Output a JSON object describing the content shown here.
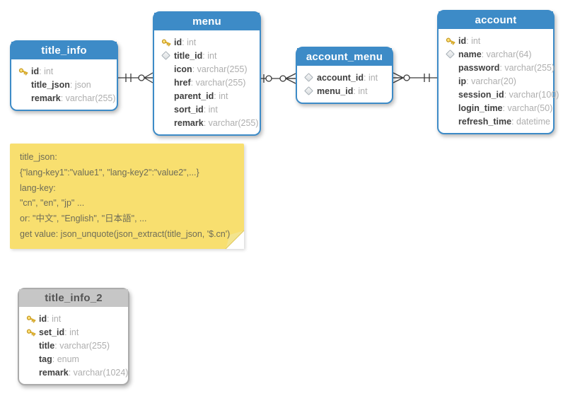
{
  "diagram": {
    "tool": "database-er-diagram",
    "colors": {
      "table_header_blue": "#3d8bc7",
      "table_header_gray": "#c6c6c6",
      "note_yellow": "#f8df6f",
      "field_name": "#3f3f3f",
      "field_type": "#aeaeae",
      "relation_line": "#3a3a3a"
    },
    "tables": [
      {
        "name": "title_info",
        "theme": "blue",
        "fields": [
          {
            "key": "primary",
            "name": "id",
            "type": "int"
          },
          {
            "key": "none",
            "name": "title_json",
            "type": "json"
          },
          {
            "key": "none",
            "name": "remark",
            "type": "varchar(255)"
          }
        ]
      },
      {
        "name": "menu",
        "theme": "blue",
        "fields": [
          {
            "key": "primary",
            "name": "id",
            "type": "int"
          },
          {
            "key": "foreign",
            "name": "title_id",
            "type": "int"
          },
          {
            "key": "none",
            "name": "icon",
            "type": "varchar(255)"
          },
          {
            "key": "none",
            "name": "href",
            "type": "varchar(255)"
          },
          {
            "key": "none",
            "name": "parent_id",
            "type": "int"
          },
          {
            "key": "none",
            "name": "sort_id",
            "type": "int"
          },
          {
            "key": "none",
            "name": "remark",
            "type": "varchar(255)"
          }
        ]
      },
      {
        "name": "account_menu",
        "theme": "blue",
        "fields": [
          {
            "key": "foreign",
            "name": "account_id",
            "type": "int"
          },
          {
            "key": "foreign",
            "name": "menu_id",
            "type": "int"
          }
        ]
      },
      {
        "name": "account",
        "theme": "blue",
        "fields": [
          {
            "key": "primary",
            "name": "id",
            "type": "int"
          },
          {
            "key": "foreign",
            "name": "name",
            "type": "varchar(64)"
          },
          {
            "key": "none",
            "name": "password",
            "type": "varchar(255)"
          },
          {
            "key": "none",
            "name": "ip",
            "type": "varchar(20)"
          },
          {
            "key": "none",
            "name": "session_id",
            "type": "varchar(100)"
          },
          {
            "key": "none",
            "name": "login_time",
            "type": "varchar(50)"
          },
          {
            "key": "none",
            "name": "refresh_time",
            "type": "datetime"
          }
        ]
      },
      {
        "name": "title_info_2",
        "theme": "gray",
        "fields": [
          {
            "key": "primary",
            "name": "id",
            "type": "int"
          },
          {
            "key": "primary",
            "name": "set_id",
            "type": "int"
          },
          {
            "key": "none",
            "name": "title",
            "type": "varchar(255)"
          },
          {
            "key": "none",
            "name": "tag",
            "type": "enum"
          },
          {
            "key": "none",
            "name": "remark",
            "type": "varchar(1024)"
          }
        ]
      }
    ],
    "relations": [
      {
        "from": "title_info",
        "to": "menu",
        "from_symbols": [
          "tick",
          "tick"
        ],
        "to_symbols": [
          "circle",
          "crowfoot"
        ]
      },
      {
        "from": "menu",
        "to": "account_menu",
        "from_symbols": [
          "tick",
          "circle"
        ],
        "to_symbols": [
          "circle",
          "crowfoot"
        ]
      },
      {
        "from": "account_menu",
        "to": "account",
        "from_symbols": [
          "crowfoot",
          "circle"
        ],
        "to_symbols": [
          "tick",
          "tick"
        ]
      }
    ],
    "note": {
      "lines": [
        "title_json:",
        "{\"lang-key1\":\"value1\", \"lang-key2\":\"value2\",...}",
        "lang-key:",
        "\"cn\", \"en\", \"jp\" ...",
        "or: \"中文\", \"English\", \"日本語\", ...",
        "get value: json_unquote(json_extract(title_json, '$.cn')"
      ]
    }
  }
}
